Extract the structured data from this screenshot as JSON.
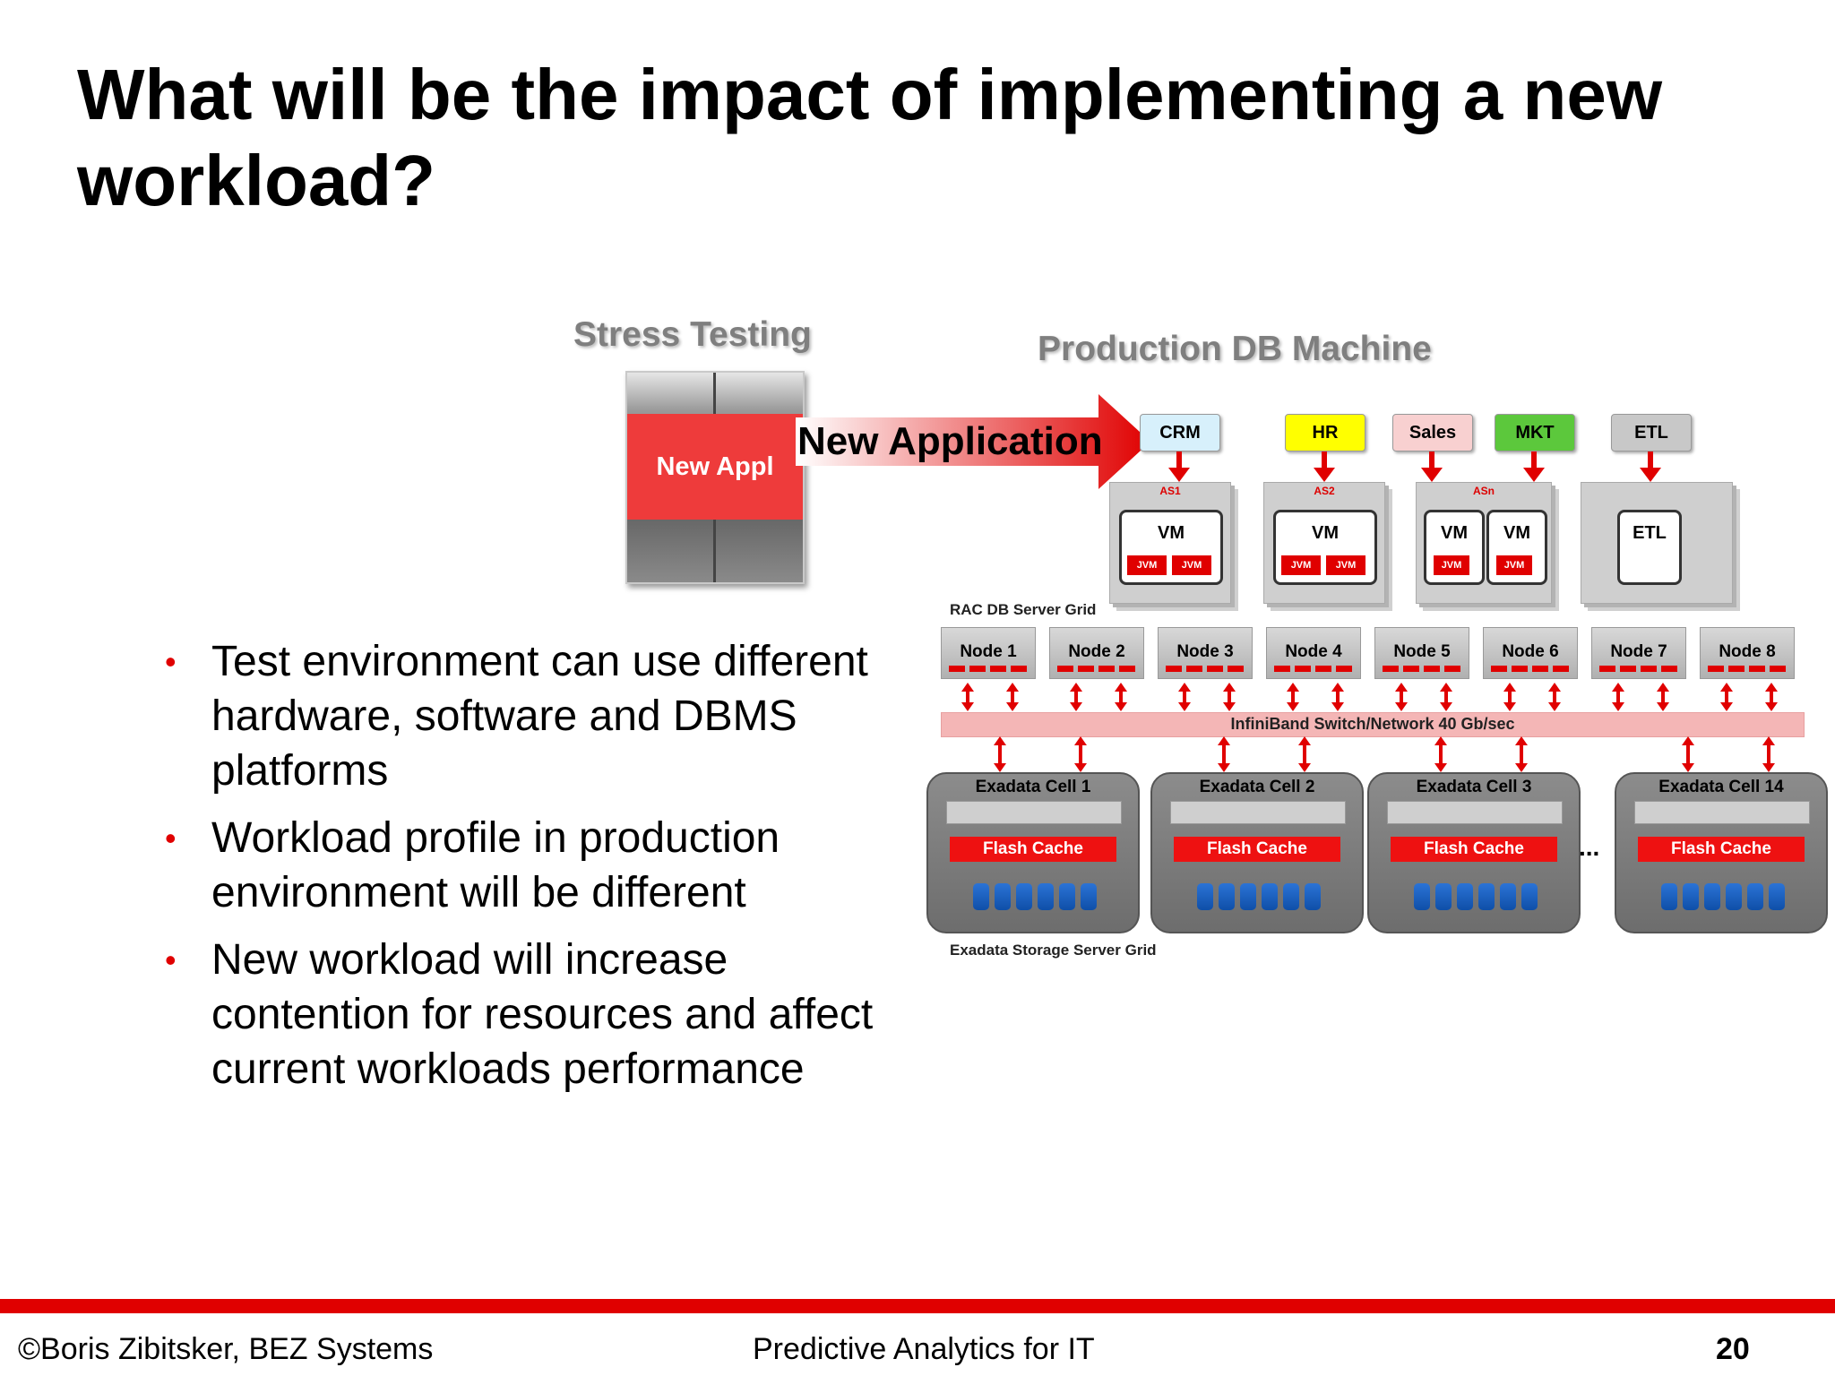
{
  "slide": {
    "title": "What will be the impact of implementing a new workload?"
  },
  "diagram": {
    "stress_heading": "Stress Testing",
    "server_label": "New Appl",
    "arrow_label": "New Application",
    "production_heading": "Production DB Machine",
    "apps": [
      {
        "label": "CRM",
        "color": "#d7f0fb"
      },
      {
        "label": "HR",
        "color": "#ffff00"
      },
      {
        "label": "Sales",
        "color": "#f8d0d0"
      },
      {
        "label": "MKT",
        "color": "#5cc83c"
      },
      {
        "label": "ETL",
        "color": "#c8c8c8"
      }
    ],
    "app_servers": [
      {
        "label": "AS1",
        "vms": [
          {
            "label": "VM",
            "jvms": [
              "JVM",
              "JVM"
            ]
          }
        ]
      },
      {
        "label": "AS2",
        "vms": [
          {
            "label": "VM",
            "jvms": [
              "JVM",
              "JVM"
            ]
          }
        ]
      },
      {
        "label": "ASn",
        "vms": [
          {
            "label": "VM",
            "jvms": [
              "JVM"
            ]
          },
          {
            "label": "VM",
            "jvms": [
              "JVM"
            ]
          }
        ]
      },
      {
        "label": "",
        "vms": [
          {
            "label": "ETL",
            "jvms": []
          }
        ]
      }
    ],
    "rac_label": "RAC DB Server Grid",
    "nodes": [
      "Node 1",
      "Node 2",
      "Node 3",
      "Node 4",
      "Node 5",
      "Node 6",
      "Node 7",
      "Node 8"
    ],
    "switch_label": "InfiniBand Switch/Network 40 Gb/sec",
    "cells": [
      {
        "label": "Exadata Cell 1",
        "cache": "Flash Cache"
      },
      {
        "label": "Exadata Cell 2",
        "cache": "Flash Cache"
      },
      {
        "label": "Exadata Cell 3",
        "cache": "Flash Cache"
      },
      {
        "label": "Exadata Cell 14",
        "cache": "Flash Cache"
      }
    ],
    "ellipsis": "...",
    "storage_label": "Exadata Storage Server Grid"
  },
  "bullets": [
    "Test environment can use different hardware, software and DBMS platforms",
    "Workload profile in production environment will be different",
    "New workload will increase contention for resources and affect current workloads performance"
  ],
  "footer": {
    "copyright": "©Boris Zibitsker, BEZ Systems",
    "center": "Predictive Analytics for IT",
    "page": "20",
    "accent": "#e00000"
  }
}
